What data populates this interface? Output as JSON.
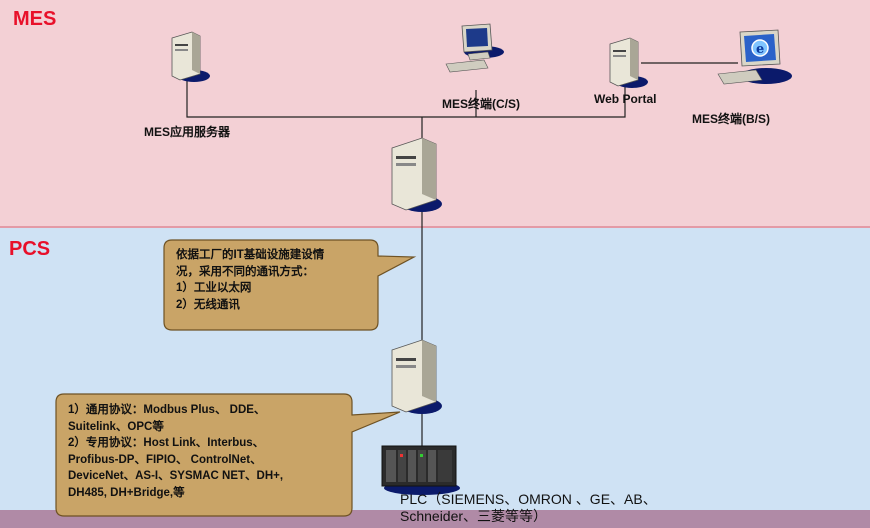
{
  "layers": {
    "mes": {
      "title": "MES"
    },
    "pcs": {
      "title": "PCS"
    }
  },
  "nodes": {
    "mes_app_server": "MES应用服务器",
    "mes_terminal_cs": "MES终端(C/S)",
    "web_portal": "Web Portal",
    "mes_terminal_bs": "MES终端(B/S)",
    "plc": "PLC（SIEMENS、OMRON 、GE、AB、\nSchneider、三菱等等）"
  },
  "callouts": {
    "network": "依据工厂的IT基础设施建设情\n况，采用不同的通讯方式：\n1）工业以太网\n2）无线通讯",
    "protocols": "1）通用协议：Modbus Plus、 DDE、\nSuitelink、OPC等\n2）专用协议：Host Link、Interbus、\nProfibus-DP、FIPIO、 ControlNet、\nDeviceNet、AS-I、SYSMAC NET、DH+,\nDH485, DH+Bridge,等"
  },
  "icons": [
    "server-icon",
    "computer-icon",
    "ie-computer-icon",
    "plc-rack-icon"
  ],
  "colors": {
    "mes_bg": "#f3d0d5",
    "pcs_bg": "#cfe2f4",
    "title_red": "#e8102a",
    "callout_fill": "#c9a467"
  }
}
